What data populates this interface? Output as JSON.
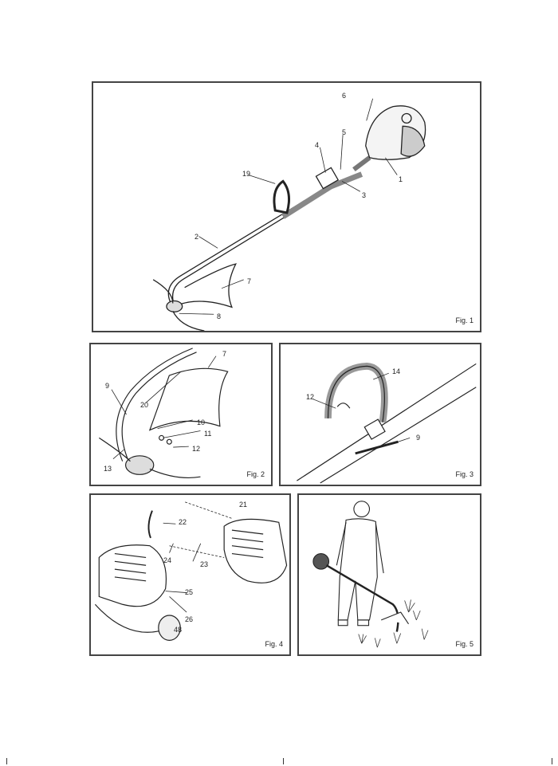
{
  "figures": [
    {
      "caption": "Fig. 1",
      "labels": [
        "6",
        "5",
        "4",
        "19",
        "1",
        "3",
        "2",
        "7",
        "8"
      ]
    },
    {
      "caption": "Fig. 2",
      "labels": [
        "7",
        "9",
        "20",
        "10",
        "11",
        "12",
        "13"
      ]
    },
    {
      "caption": "Fig. 3",
      "labels": [
        "14",
        "12",
        "9"
      ]
    },
    {
      "caption": "Fig. 4",
      "labels": [
        "21",
        "22",
        "24",
        "23",
        "25",
        "26",
        "48"
      ]
    },
    {
      "caption": "Fig. 5",
      "labels": []
    }
  ]
}
